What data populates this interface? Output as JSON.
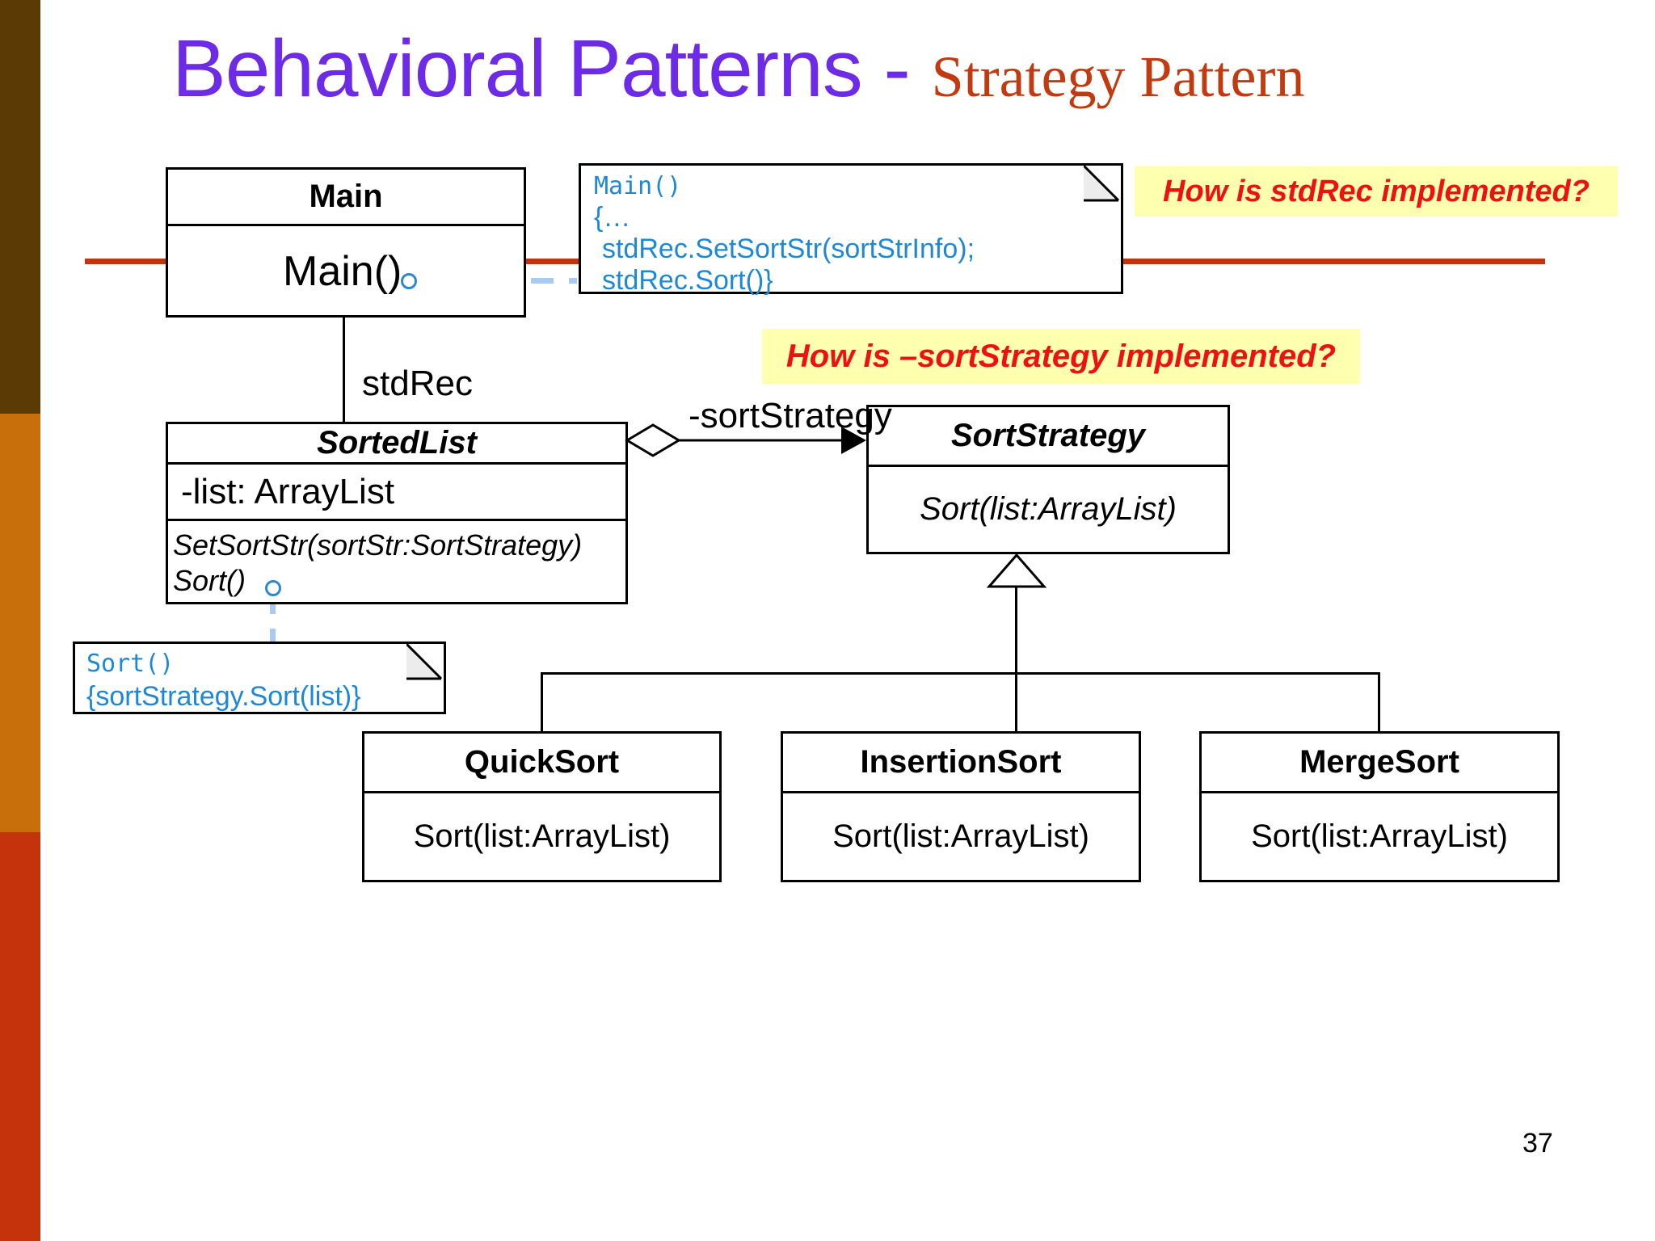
{
  "slide": {
    "title_main": "Behavioral Patterns - ",
    "title_sub": "Strategy Pattern",
    "page_number": "37"
  },
  "callouts": {
    "stdrec_question": "How is stdRec implemented?",
    "sortstrategy_question": "How is –sortStrategy implemented?"
  },
  "classes": {
    "main": {
      "name": "Main",
      "method": "Main()"
    },
    "sorted_list": {
      "name": "SortedList",
      "attribute": "-list: ArrayList",
      "method1": "SetSortStr(sortStr:SortStrategy)",
      "method2": "Sort()"
    },
    "sort_strategy": {
      "name": "SortStrategy",
      "method": "Sort(list:ArrayList)"
    },
    "quick_sort": {
      "name": "QuickSort",
      "method": "Sort(list:ArrayList)"
    },
    "insertion_sort": {
      "name": "InsertionSort",
      "method": "Sort(list:ArrayList)"
    },
    "merge_sort": {
      "name": "MergeSort",
      "method": "Sort(list:ArrayList)"
    }
  },
  "notes": {
    "main_note": {
      "line1": "Main()",
      "line2": "{…",
      "line3": "stdRec.SetSortStr(sortStrInfo);",
      "line4": "stdRec.Sort()}"
    },
    "sort_note": {
      "line1": "Sort()",
      "line2": "{sortStrategy.Sort(list)}"
    }
  },
  "labels": {
    "stdrec": "stdRec",
    "sortstrategy_role": "-sortStrategy"
  },
  "colors": {
    "title_purple": "#6D2BE8",
    "title_brick": "#C23B10",
    "rule_red": "#C5330D",
    "sidebar_brown": "#5C3A06",
    "sidebar_orange": "#C86E0A",
    "sidebar_redorange": "#C5330D",
    "note_blue": "#1E88D8",
    "dashed_link_blue": "#A9CBEF",
    "lollipop_blue": "#2E86D8",
    "callout_yellow": "#FFFFB0",
    "callout_red": "#EE1111"
  }
}
